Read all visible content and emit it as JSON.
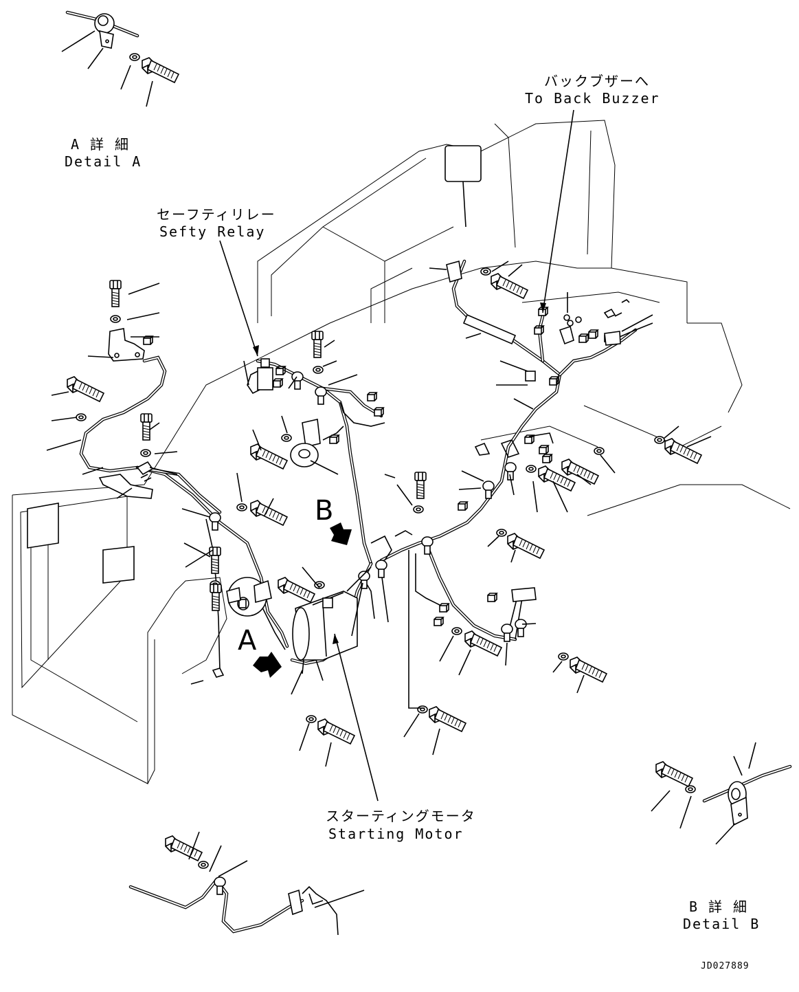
{
  "labels": {
    "back_buzzer_jp": "バックブザーへ",
    "back_buzzer_en": "To Back Buzzer",
    "detail_a_jp": "A 詳 細",
    "detail_a_en": "Detail A",
    "safety_relay_jp": "セーフティリレー",
    "safety_relay_en": "Sefty Relay",
    "view_b_letter": "B",
    "view_a_letter": "A",
    "starting_motor_jp": "スターティングモータ",
    "starting_motor_en": "Starting Motor",
    "detail_b_jp": "B 詳 細",
    "detail_b_en": "Detail B",
    "doc_number": "JD027889"
  },
  "icons": [
    "bolt-icon",
    "washer-icon",
    "clamp-icon",
    "connector-icon",
    "relay-icon",
    "horn-icon",
    "starter-motor-icon",
    "view-arrow-icon"
  ],
  "colors": {
    "line": "#000000",
    "background": "#ffffff"
  }
}
